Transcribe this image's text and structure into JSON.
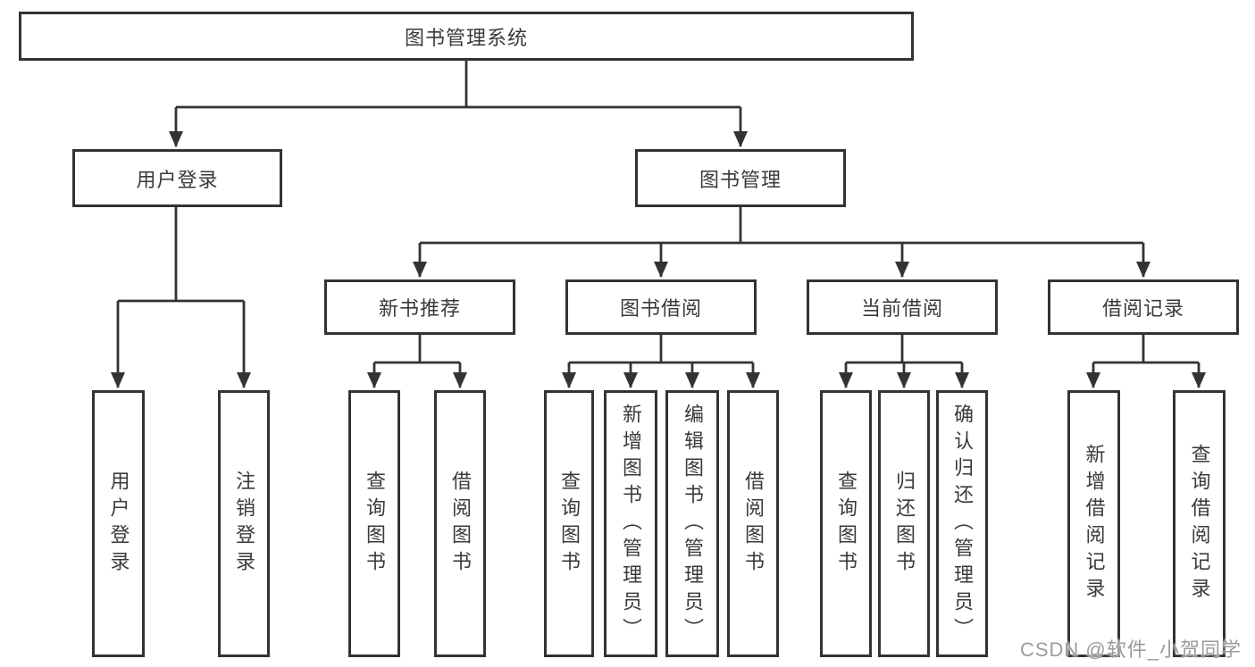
{
  "diagram_title": "图书管理系统",
  "nodes": {
    "root": "图书管理系统",
    "user_login": "用户登录",
    "book_mgmt": "图书管理",
    "new_book_rec": "新书推荐",
    "book_borrow": "图书借阅",
    "current_borrow": "当前借阅",
    "borrow_records": "借阅记录",
    "ul_user_login": "用户登录",
    "ul_logout": "注销登录",
    "nbr_query_book": "查询图书",
    "nbr_borrow_book": "借阅图书",
    "bb_query_book": "查询图书",
    "bb_add_book": "新增图书（管理员）",
    "bb_edit_book": "编辑图书（管理员）",
    "bb_borrow_book": "借阅图书",
    "cb_query_book": "查询图书",
    "cb_return_book": "归还图书",
    "cb_confirm_return": "确认归还（管理员）",
    "br_add_record": "新增借阅记录",
    "br_query_record": "查询借阅记录"
  },
  "hierarchy": {
    "图书管理系统": {
      "用户登录": [
        "用户登录",
        "注销登录"
      ],
      "图书管理": {
        "新书推荐": [
          "查询图书",
          "借阅图书"
        ],
        "图书借阅": [
          "查询图书",
          "新增图书（管理员）",
          "编辑图书（管理员）",
          "借阅图书"
        ],
        "当前借阅": [
          "查询图书",
          "归还图书",
          "确认归还（管理员）"
        ],
        "借阅记录": [
          "新增借阅记录",
          "查询借阅记录"
        ]
      }
    }
  },
  "watermark": "CSDN @软件_小贺同学",
  "colors": {
    "line": "#333333",
    "box_border": "#333333",
    "text": "#3a3a3a",
    "background": "#ffffff",
    "watermark_text": "#9b9b9b"
  }
}
